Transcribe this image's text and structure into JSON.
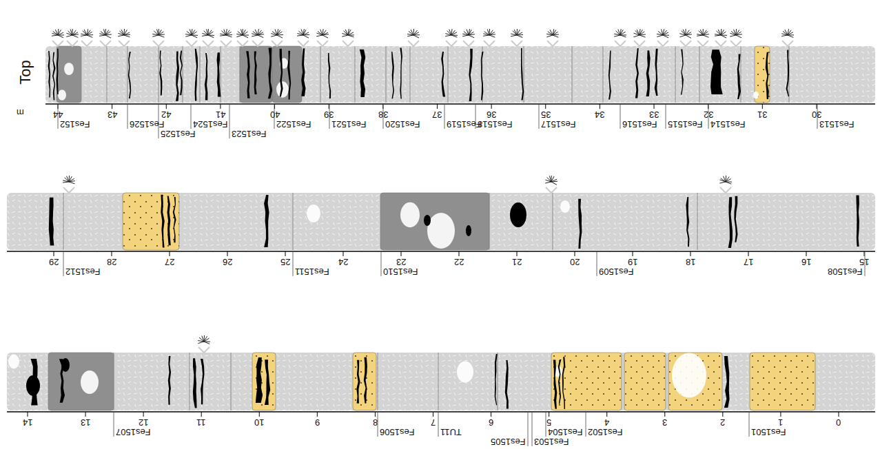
{
  "diagram": {
    "labels": [
      "Top",
      "m",
      "44",
      "43",
      "42",
      "41",
      "40",
      "39",
      "38",
      "37",
      "36",
      "35",
      "34",
      "33",
      "32",
      "31",
      "30",
      "29",
      "28",
      "27",
      "26",
      "25",
      "24",
      "23",
      "22",
      "21",
      "20",
      "19",
      "18",
      "17",
      "16",
      "15",
      "14",
      "13",
      "12",
      "11",
      "10",
      "9",
      "8",
      "7",
      "6",
      "5",
      "4",
      "3",
      "2",
      "1",
      "0",
      "Fes152",
      "Fes1526",
      "Fes1525",
      "Fes1524",
      "Fes1523",
      "Fes1522",
      "Fes1521",
      "Fes1520",
      "Fes1519",
      "Fes1518",
      "Fes1517",
      "Fes1516",
      "Fes1515",
      "Fes1514",
      "Fes1513",
      "Fes1512",
      "Fes1511",
      "Fes1510",
      "Fes1509",
      "Fes1508",
      "Fes1507",
      "Fes1506",
      "TU11",
      "Fes1504",
      "Fes1503",
      "Fes1505",
      "Fes1502",
      "Fes1501"
    ]
  }
}
